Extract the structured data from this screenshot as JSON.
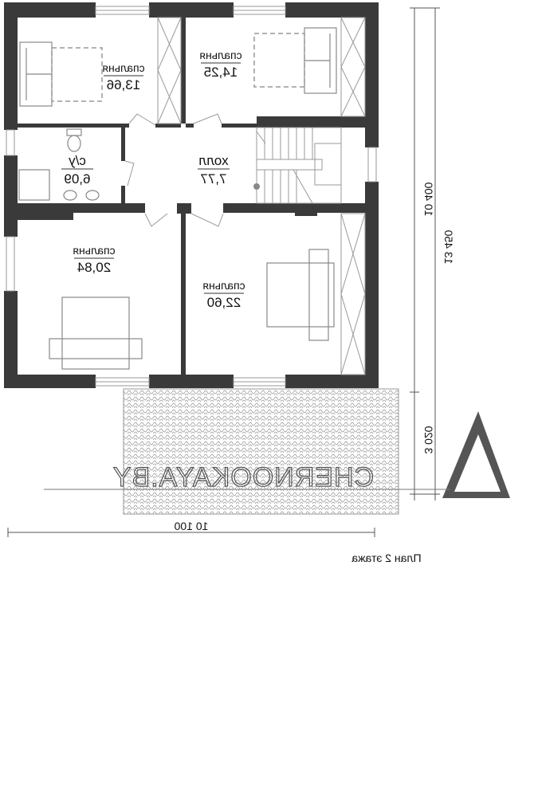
{
  "plan": {
    "title": "План 2 этажа",
    "rooms": [
      {
        "name": "спальня",
        "area": "13,66"
      },
      {
        "name": "спальня",
        "area": "14,25"
      },
      {
        "name": "с/у",
        "area": "6,09"
      },
      {
        "name": "холл",
        "area": "7,77"
      },
      {
        "name": "спальня",
        "area": "20,84"
      },
      {
        "name": "спальня",
        "area": "22,60"
      }
    ],
    "dimensions": {
      "width": "10 100",
      "height_house": "10 400",
      "height_total": "13 450",
      "terrace": "3 020"
    },
    "watermark": "CHERNOOKAYA.BY",
    "colors": {
      "wall": "#3a3a3a",
      "terrace": "#aaaaaa"
    }
  }
}
